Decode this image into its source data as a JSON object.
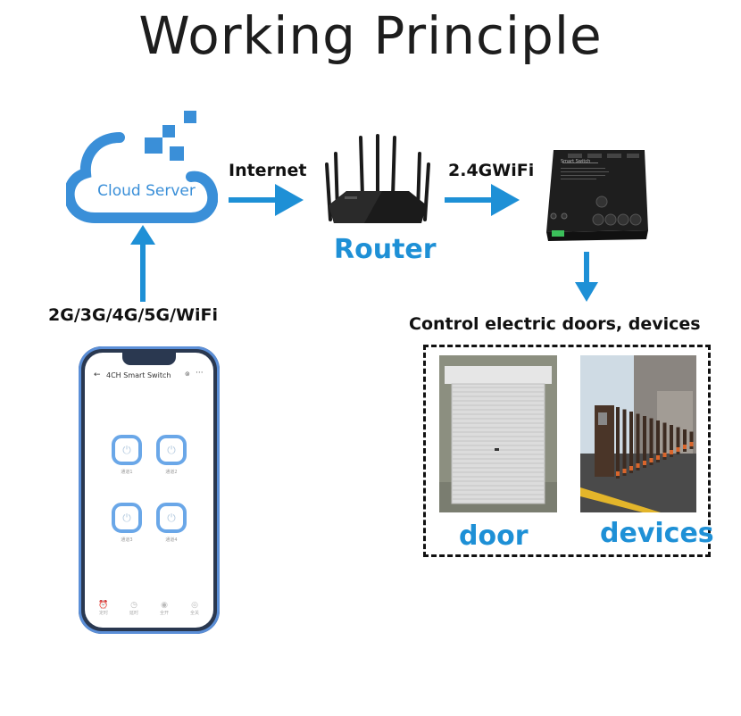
{
  "title": "Working Principle",
  "cloud": {
    "label": "Cloud Server",
    "icon": "cloud-icon"
  },
  "links": {
    "cloud_to_router": "Internet",
    "router_to_switch": "2.4GWiFi",
    "phone_to_cloud": "2G/3G/4G/5G/WiFi"
  },
  "router": {
    "label": "Router",
    "icon": "router-icon"
  },
  "smart_switch": {
    "icon": "smart-switch-box-icon",
    "panel_text": "Smart Switch"
  },
  "control": {
    "heading": "Control electric doors, devices",
    "items": [
      {
        "label": "door",
        "icon": "rolling-door-photo"
      },
      {
        "label": "devices",
        "icon": "retractable-gate-photo"
      }
    ]
  },
  "phone": {
    "app_title": "4CH Smart Switch",
    "channels": [
      "通道1",
      "通道2",
      "通道3",
      "通道4"
    ],
    "tabs": [
      "定时",
      "延时",
      "全开",
      "全关"
    ]
  },
  "colors": {
    "accent_blue": "#1e90d6",
    "cloud_blue": "#3a8fd8",
    "text_dark": "#111111"
  }
}
